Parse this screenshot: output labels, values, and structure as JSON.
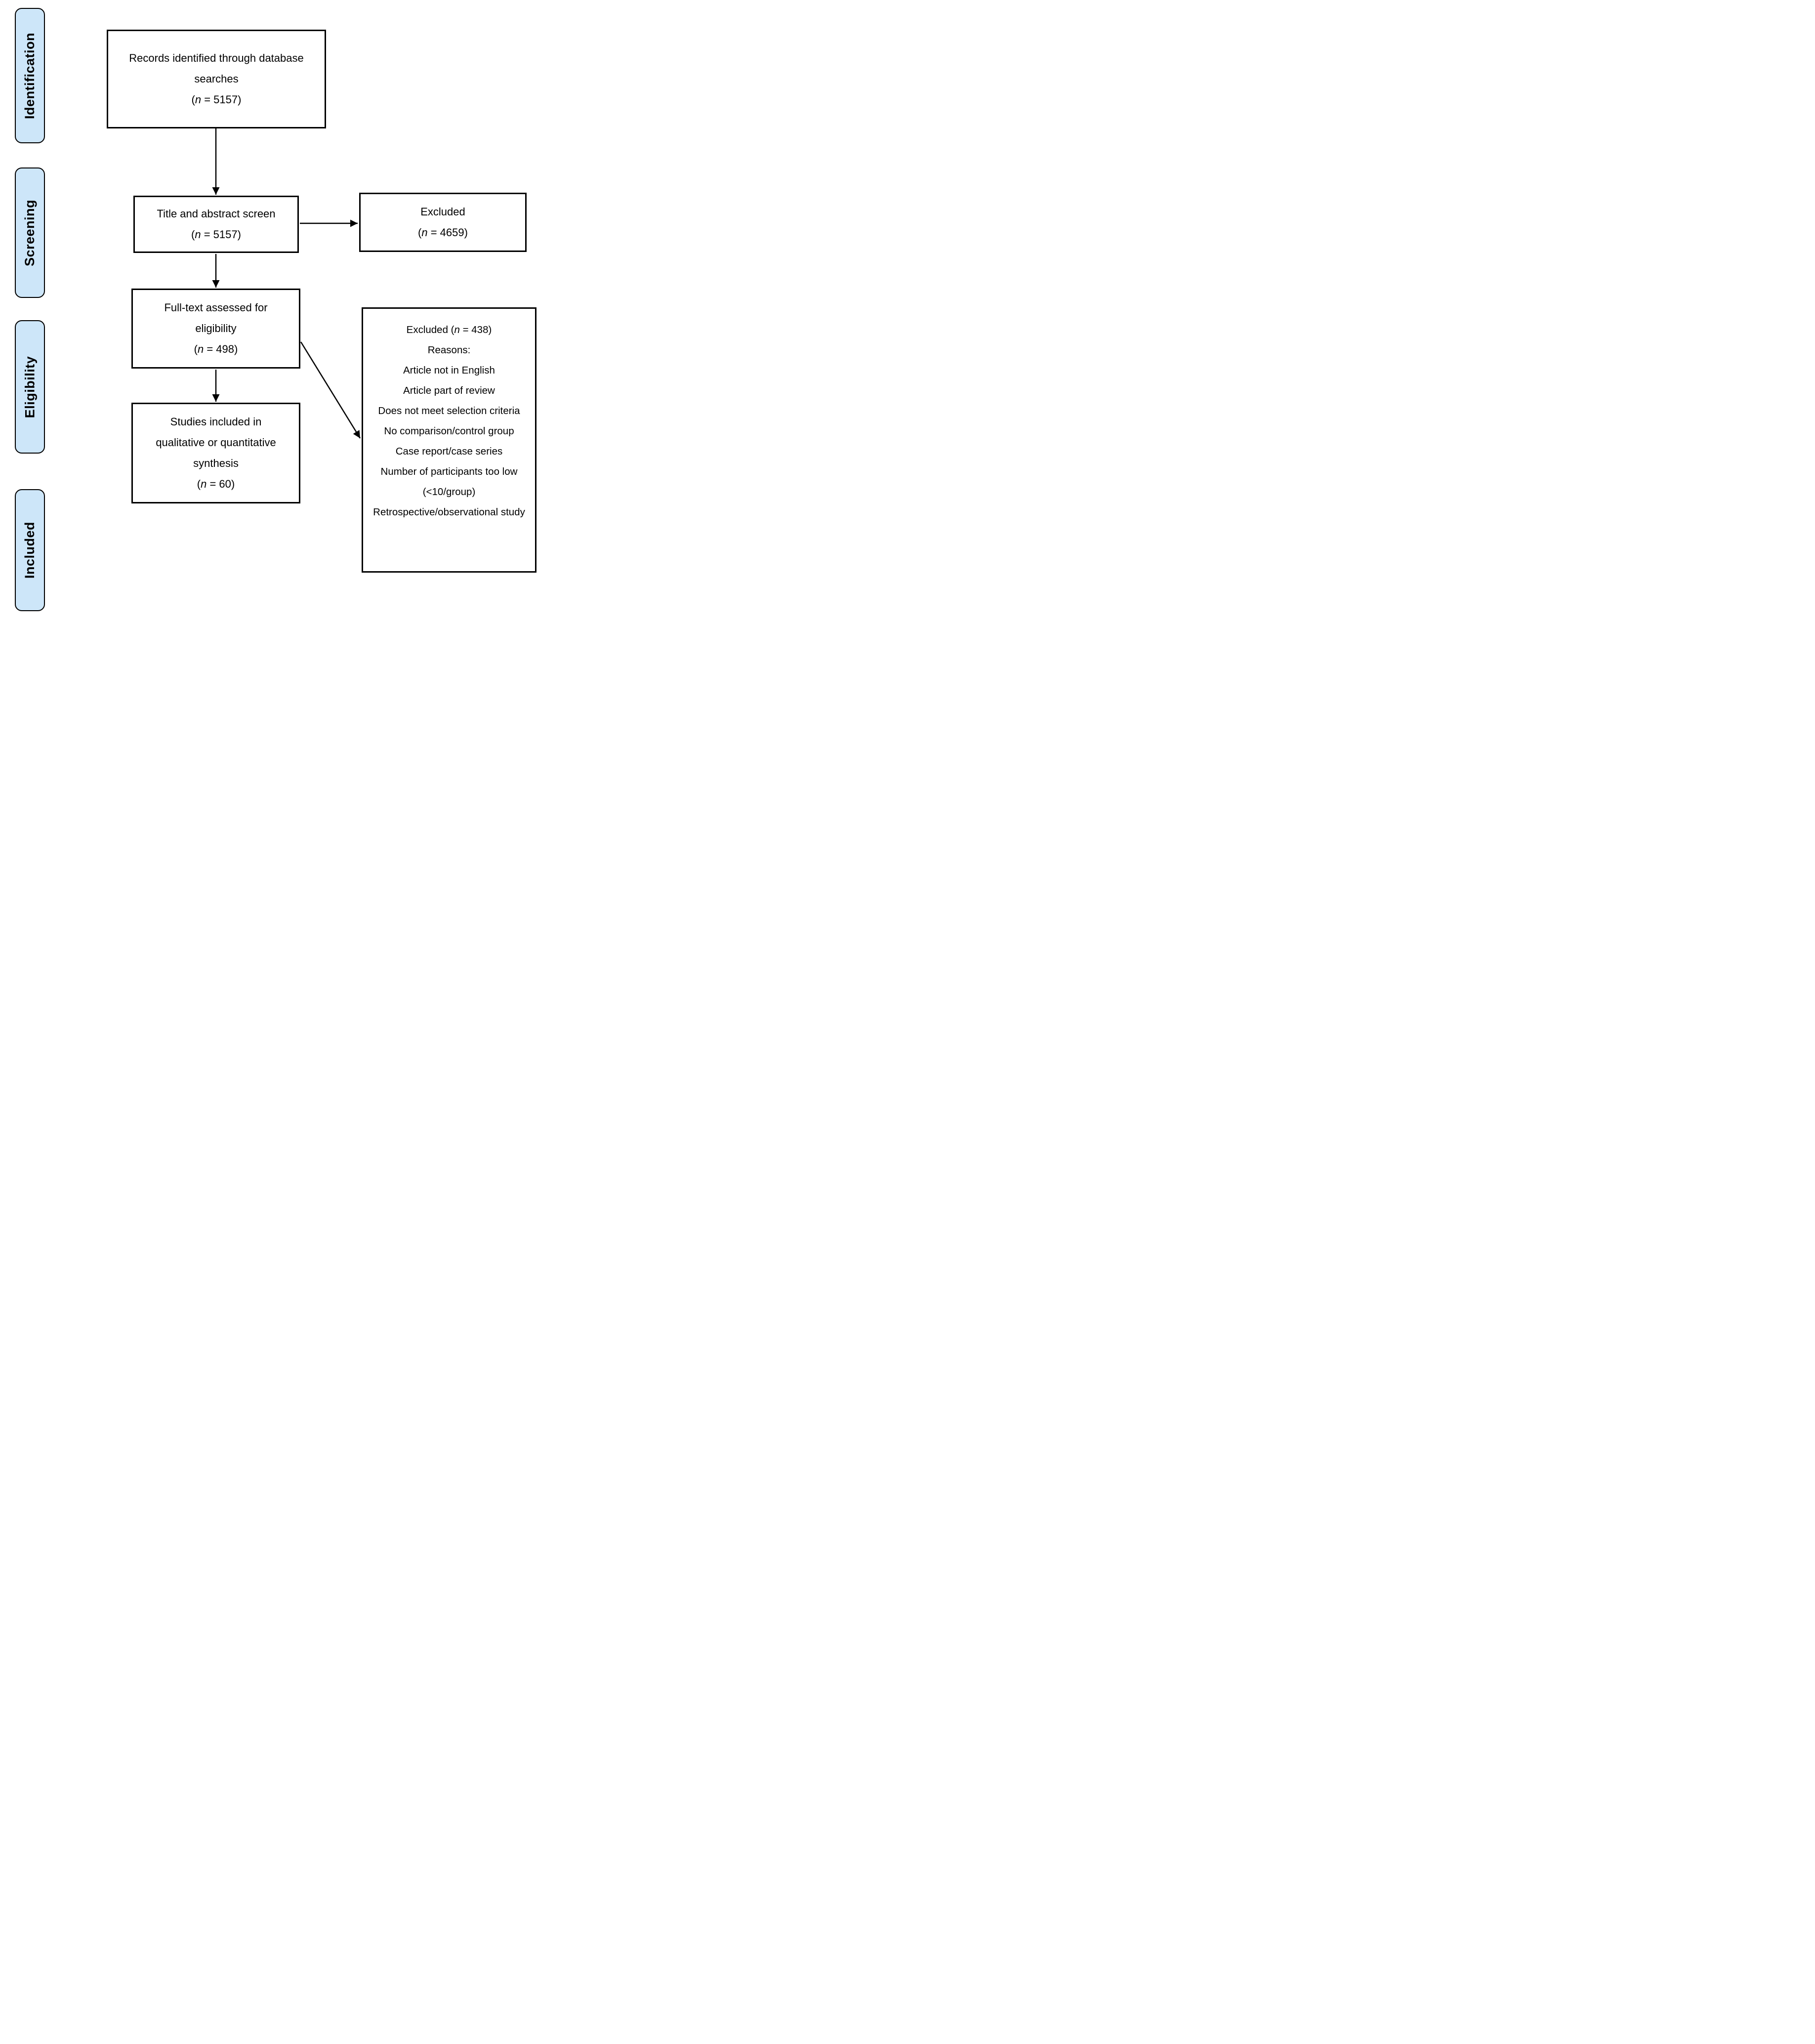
{
  "stages": [
    {
      "label": "Identification"
    },
    {
      "label": "Screening"
    },
    {
      "label": "Eligibility"
    },
    {
      "label": "Included"
    }
  ],
  "boxes": {
    "records": {
      "lines": [
        "Records identified through database",
        "searches"
      ],
      "count": {
        "open": "(",
        "var": "n",
        "rest": " = 5157)"
      }
    },
    "title_abstract": {
      "lines": [
        "Title and abstract screen"
      ],
      "count": {
        "open": "(",
        "var": "n",
        "rest": " = 5157)"
      }
    },
    "excluded_screening": {
      "lines": [
        "Excluded"
      ],
      "count": {
        "open": "(",
        "var": "n",
        "rest": " = 4659)"
      }
    },
    "full_text": {
      "lines": [
        "Full-text assessed for",
        "eligibility"
      ],
      "count": {
        "open": "(",
        "var": "n",
        "rest": " = 498)"
      }
    },
    "included_synthesis": {
      "lines": [
        "Studies included in",
        "qualitative or quantitative",
        "synthesis"
      ],
      "count": {
        "open": "(",
        "var": "n",
        "rest": " = 60)"
      }
    },
    "excluded_fulltext": {
      "header": {
        "pre": "Excluded (",
        "var": "n",
        "post": " = 438)"
      },
      "reasons_label": "Reasons:",
      "reasons": [
        "Article not in English",
        "Article part of review",
        "Does not meet selection criteria",
        "No comparison/control group",
        "Case report/case series",
        "Number of participants too low",
        "(<10/group)",
        "Retrospective/observational study"
      ]
    }
  },
  "colors": {
    "stage_fill": "#cde6f9",
    "stage_border": "#000000",
    "box_border": "#000000",
    "arrow": "#000000",
    "background": "#ffffff"
  }
}
